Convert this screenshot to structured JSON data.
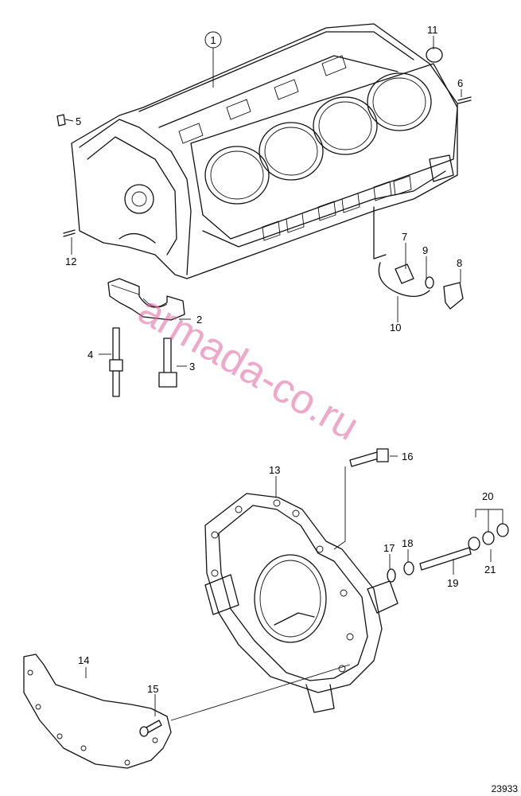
{
  "labels": {
    "l1": "1",
    "l2": "2",
    "l3": "3",
    "l4": "4",
    "l5": "5",
    "l6": "6",
    "l7": "7",
    "l8": "8",
    "l9": "9",
    "l10": "10",
    "l11": "11",
    "l12": "12",
    "l13": "13",
    "l14": "14",
    "l15": "15",
    "l16": "16",
    "l17": "17",
    "l18": "18",
    "l19": "19",
    "l20": "20",
    "l21": "21"
  },
  "watermark": "armada-co.ru",
  "reference": "23933",
  "colors": {
    "line": "#111111",
    "watermark": "#e0609a",
    "background": "#ffffff"
  }
}
